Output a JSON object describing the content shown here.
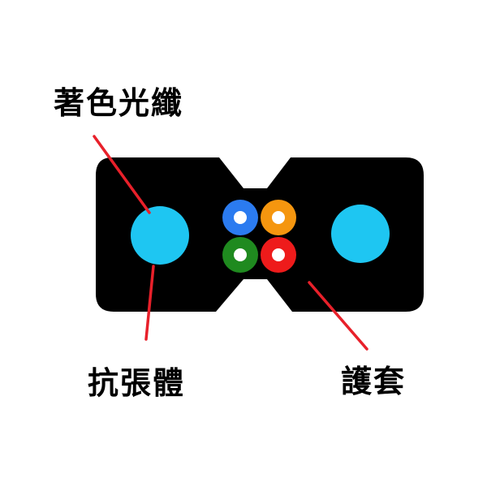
{
  "labels": {
    "colored_fiber": "著色光纖",
    "strength_member": "抗張體",
    "jacket": "護套"
  },
  "colors": {
    "jacket": "#000000",
    "strength_member": "#1ec6f2",
    "fiber_blue": "#2b7bf0",
    "fiber_orange": "#f5960f",
    "fiber_green": "#1f8a1f",
    "fiber_red": "#ee1b1b",
    "fiber_core": "#ffffff",
    "leader_line": "#e8202a"
  }
}
